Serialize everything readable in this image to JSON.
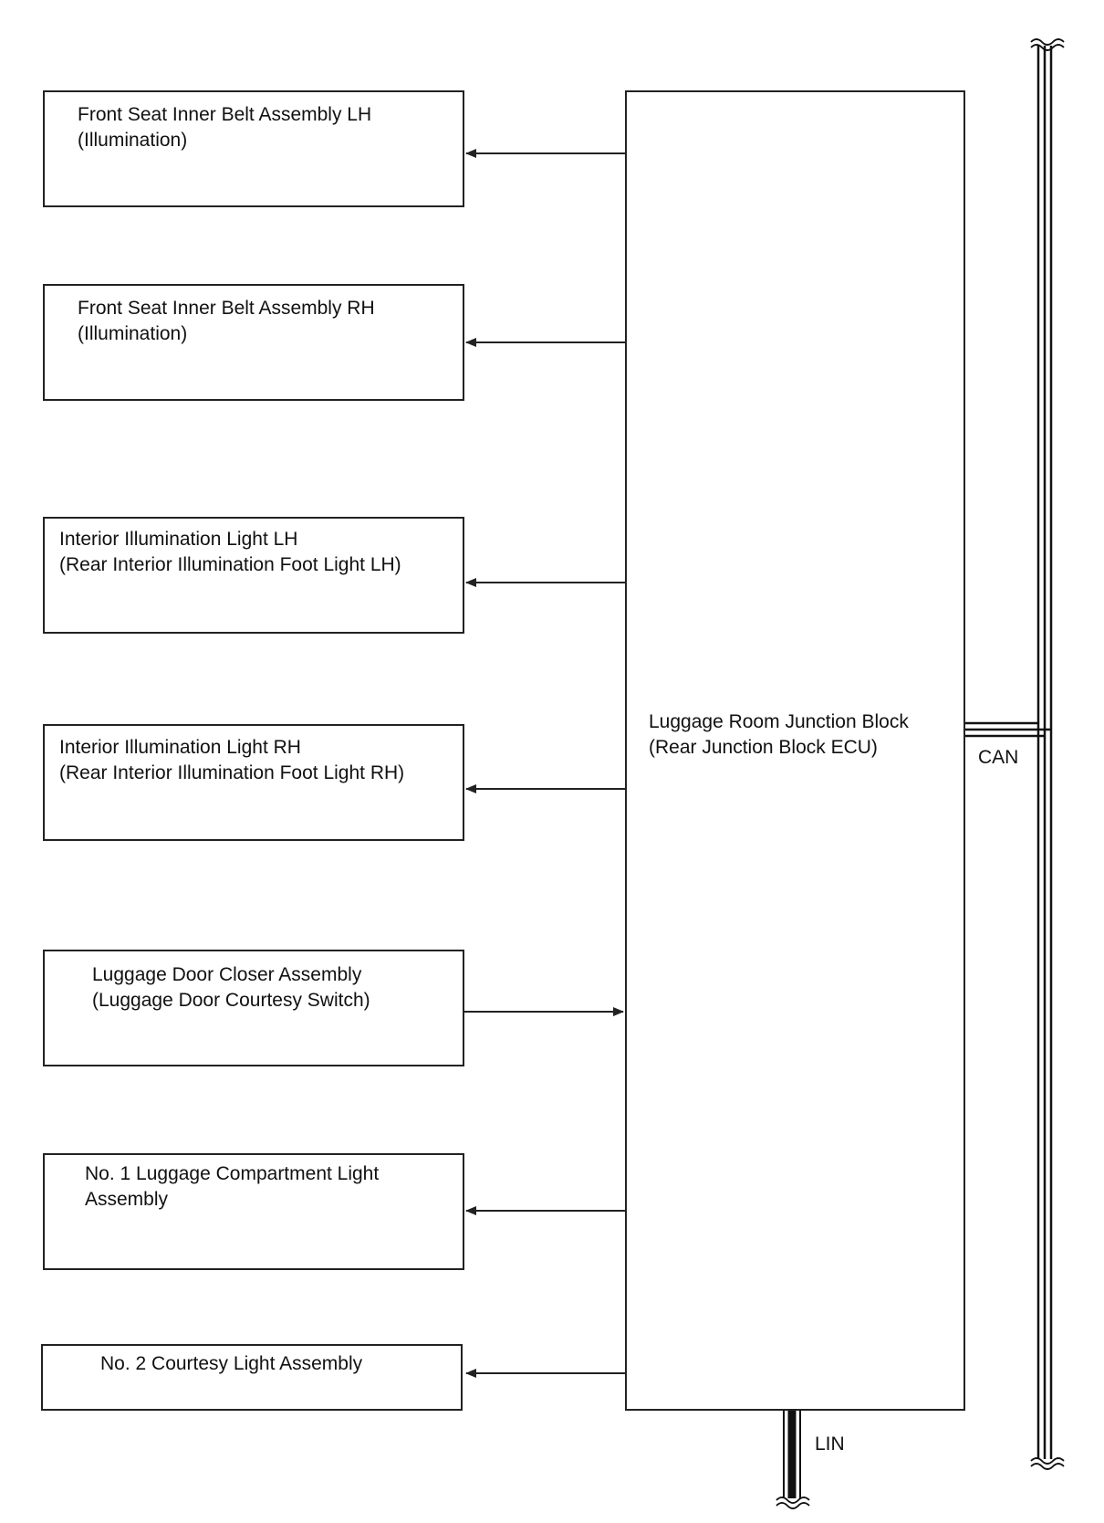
{
  "components": {
    "front_seat_belt_lh": {
      "line1": "Front Seat Inner Belt Assembly LH",
      "line2": "(Illumination)"
    },
    "front_seat_belt_rh": {
      "line1": "Front Seat Inner Belt Assembly RH",
      "line2": "(Illumination)"
    },
    "interior_light_lh": {
      "line1": "Interior Illumination Light LH",
      "line2": "(Rear Interior Illumination Foot Light LH)"
    },
    "interior_light_rh": {
      "line1": "Interior Illumination Light RH",
      "line2": "(Rear Interior Illumination Foot Light RH)"
    },
    "luggage_door_closer": {
      "line1": "Luggage Door Closer Assembly",
      "line2": "(Luggage Door Courtesy Switch)"
    },
    "luggage_compartment_light": {
      "line1": "No. 1 Luggage Compartment Light",
      "line2": "Assembly"
    },
    "courtesy_light_2": {
      "line1": "No. 2 Courtesy Light Assembly"
    }
  },
  "junction_block": {
    "line1": "Luggage Room Junction Block",
    "line2": "(Rear Junction Block ECU)"
  },
  "buses": {
    "can": "CAN",
    "lin": "LIN"
  },
  "connections": [
    {
      "from": "junction_block",
      "to": "front_seat_belt_lh"
    },
    {
      "from": "junction_block",
      "to": "front_seat_belt_rh"
    },
    {
      "from": "junction_block",
      "to": "interior_light_lh"
    },
    {
      "from": "junction_block",
      "to": "interior_light_rh"
    },
    {
      "from": "luggage_door_closer",
      "to": "junction_block"
    },
    {
      "from": "junction_block",
      "to": "luggage_compartment_light"
    },
    {
      "from": "junction_block",
      "to": "courtesy_light_2"
    }
  ],
  "colors": {
    "line": "#222222",
    "background": "#ffffff"
  }
}
